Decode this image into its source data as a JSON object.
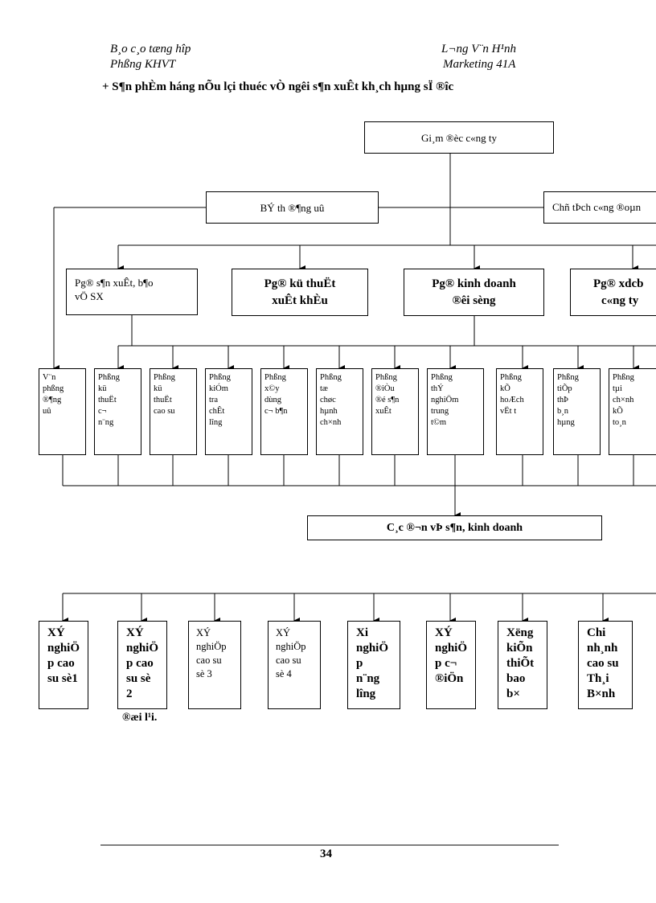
{
  "header": {
    "left_line1": "B¸o c¸o tæng hîp",
    "left_line2": "Phßng KHVT",
    "right_line1": "L¬ng V¨n H¹nh",
    "right_line2": "Marketing 41A"
  },
  "intro": "+ S¶n phÈm háng nÕu lçi thuéc vÒ ngêi s¶n xuÊt kh¸ch hµng sÏ ®îc",
  "top_box": "Gi¸m ®èc c«ng ty",
  "secretary_box": "BÝ th ®¶ng uû",
  "union_box": "Chñ tÞch c«ng ®oµn",
  "level2": [
    {
      "line1": "Pg® s¶n xuÊt, b¶o",
      "line2": "vÖ SX"
    },
    {
      "line1": "Pg® kü thuËt",
      "line2": "xuÊt khÈu"
    },
    {
      "line1": "Pg® kinh doanh",
      "line2": "®êi sèng"
    },
    {
      "line1": "Pg® xdcb",
      "line2": "c«ng ty"
    }
  ],
  "level3": [
    [
      "V¨n",
      "phßng",
      "®¶ng",
      "uû"
    ],
    [
      "Phßng",
      "kü",
      "thuËt",
      "c¬",
      "n¨ng"
    ],
    [
      "Phßng",
      "kü",
      "thuËt",
      "cao su"
    ],
    [
      "Phßng",
      "kiÓm",
      "tra",
      "chÊt",
      "lîng"
    ],
    [
      "Phßng",
      "x©y",
      "dùng",
      "c¬ b¶n"
    ],
    [
      "Phßng",
      "tæ",
      "chøc",
      "hµnh",
      "ch×nh"
    ],
    [
      "Phßng",
      "®iÒu",
      "®é s¶n",
      "xuÊt"
    ],
    [
      "Phßng",
      "thÝ",
      "nghiÖm",
      "trung",
      "t©m"
    ],
    [
      "Phßng",
      "kÕ",
      "hoÆch",
      "vËt t"
    ],
    [
      "Phßng",
      "tiÕp",
      "thÞ",
      "b¸n",
      "hµng"
    ],
    [
      "Phßng",
      "tµi",
      "ch×nh",
      "kÕ",
      "to¸n"
    ]
  ],
  "units_box": "C¸c ®¬n vÞ s¶n, kinh doanh",
  "level4": [
    [
      "XÝ",
      "nghiÖ",
      "p cao",
      "su sè1"
    ],
    [
      "XÝ",
      "nghiÖ",
      "p cao",
      "su sè",
      "2"
    ],
    [
      "XÝ",
      "nghiÖp",
      "cao su",
      "sè 3"
    ],
    [
      "XÝ",
      "nghiÖp",
      "cao su",
      "sè 4"
    ],
    [
      "Xi",
      "nghiÖ",
      "p",
      "n¨ng",
      "lîng"
    ],
    [
      "XÝ",
      "nghiÖ",
      "p c¬",
      "®iÖn"
    ],
    [
      "Xëng",
      "kiÕn",
      "thiÕt",
      "bao",
      "b×"
    ],
    [
      "Chi",
      "nh¸nh",
      "cao su",
      "Th¸i",
      "B×nh"
    ]
  ],
  "trailing": "®æi l¹i.",
  "page_number": "34"
}
